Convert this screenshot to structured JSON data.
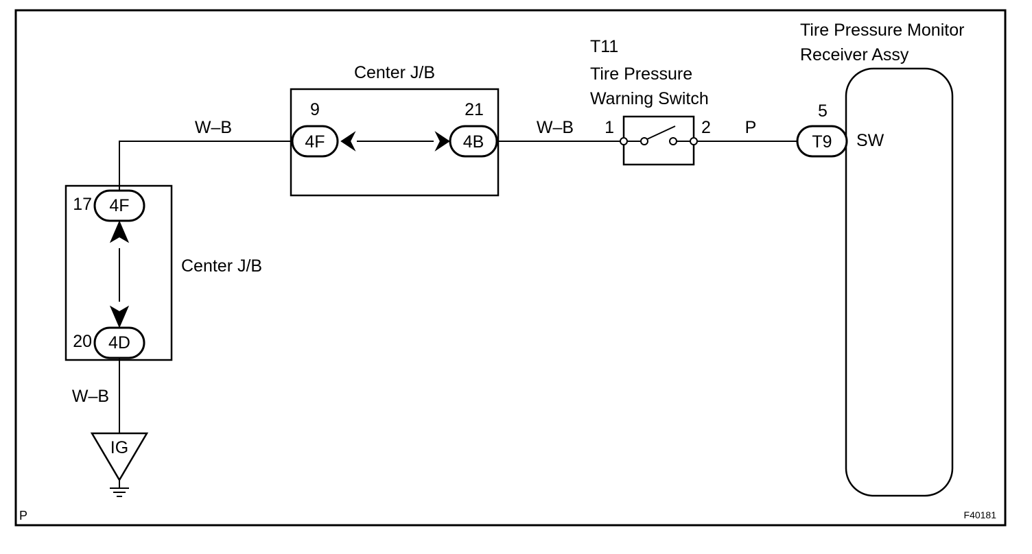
{
  "top_jb": {
    "title": "Center J/B",
    "left_pin": "9",
    "left_conn": "4F",
    "right_pin": "21",
    "right_conn": "4B"
  },
  "left_jb": {
    "title": "Center J/B",
    "top_pin": "17",
    "top_conn": "4F",
    "bottom_pin": "20",
    "bottom_conn": "4D"
  },
  "switch": {
    "code": "T11",
    "name_line1": "Tire Pressure",
    "name_line2": "Warning Switch",
    "pin_left": "1",
    "pin_right": "2"
  },
  "receiver": {
    "name_line1": "Tire Pressure Monitor",
    "name_line2": "Receiver Assy",
    "pin": "5",
    "conn": "T9",
    "terminal": "SW"
  },
  "wires": {
    "top_left": "W–B",
    "jb_to_switch": "W–B",
    "switch_to_receiver": "P",
    "to_ground": "W–B"
  },
  "ground": {
    "label": "IG"
  },
  "corner": {
    "left": "P",
    "right": "F40181"
  }
}
